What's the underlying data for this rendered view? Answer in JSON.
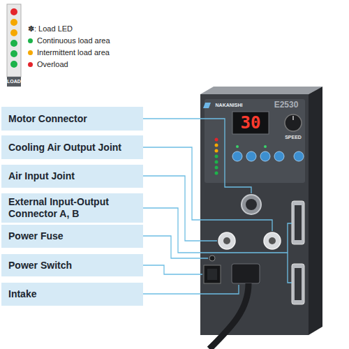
{
  "diagram": {
    "nodes": [
      {
        "text": [
          "Motor Connector"
        ]
      },
      {
        "text": [
          "Cooling Air Output Joint"
        ]
      },
      {
        "text": [
          "Air Input Joint"
        ]
      },
      {
        "text": [
          "External Input-Output Connector A, B"
        ]
      },
      {
        "text": [
          "Power Fuse"
        ]
      },
      {
        "text": [
          "Power Switch"
        ]
      },
      {
        "text": [
          "Intake"
        ]
      }
    ],
    "labels": [
      "✽: Load LED",
      "LOAD",
      "NAKANISHI",
      "E2530",
      "30",
      "SPEED"
    ],
    "legend": [
      {
        "text": "Continuous load area",
        "color": "#1db34a"
      },
      {
        "text": "Intermittent load area",
        "color": "#f5a800"
      },
      {
        "text": "Overload",
        "color": "#e4242b"
      }
    ]
  }
}
